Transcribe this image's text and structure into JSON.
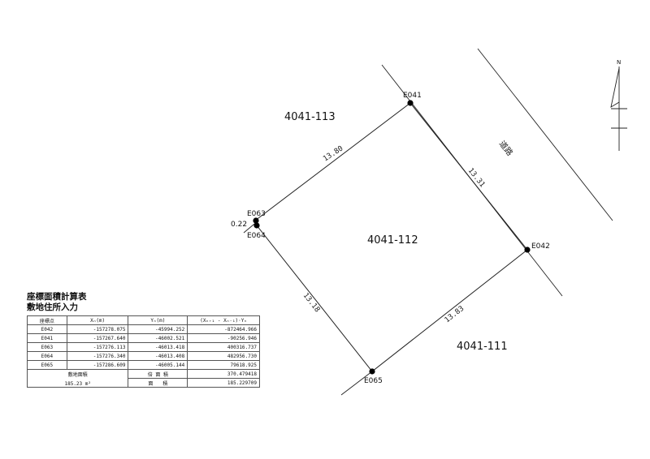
{
  "parcels": {
    "main": "4041-112",
    "north": "4041-113",
    "south": "4041-111"
  },
  "points": {
    "e041": "E041",
    "e042": "E042",
    "e063": "E063",
    "e064": "E064",
    "e065": "E065"
  },
  "offset_label": "0.22",
  "dimensions": {
    "e041_e042": "13.31",
    "e042_e065": "13.83",
    "e065_e064": "13.18",
    "e063_e041": "13.80"
  },
  "road_label": "道路",
  "north_arrow": {
    "label": "N",
    "icon": "north-arrow-icon"
  },
  "calc_panel": {
    "title_line1": "座標面積計算表",
    "title_line2": "敷地住所入力",
    "headers": {
      "point": "座標点",
      "x": "Xₙ(m)",
      "y": "Yₙ(m)",
      "product": "(Xₙ₊₁ - Xₙ₋₁)·Yₙ"
    },
    "rows": [
      {
        "point": "E042",
        "x": "-157278.075",
        "y": "-45994.252",
        "product": "-872464.966"
      },
      {
        "point": "E041",
        "x": "-157267.640",
        "y": "-46002.521",
        "product": "-90256.946"
      },
      {
        "point": "E063",
        "x": "-157276.113",
        "y": "-46013.418",
        "product": "400316.737"
      },
      {
        "point": "E064",
        "x": "-157276.340",
        "y": "-46013.408",
        "product": "482956.730"
      },
      {
        "point": "E065",
        "x": "-157286.609",
        "y": "-46005.144",
        "product": "79618.925"
      }
    ],
    "site_area_label": "敷地面積",
    "site_area_value": "185.23 m²",
    "double_area_label": "倍 面 積",
    "double_area_value": "370.479418",
    "area_label": "面　　積",
    "area_value": "185.229709"
  }
}
